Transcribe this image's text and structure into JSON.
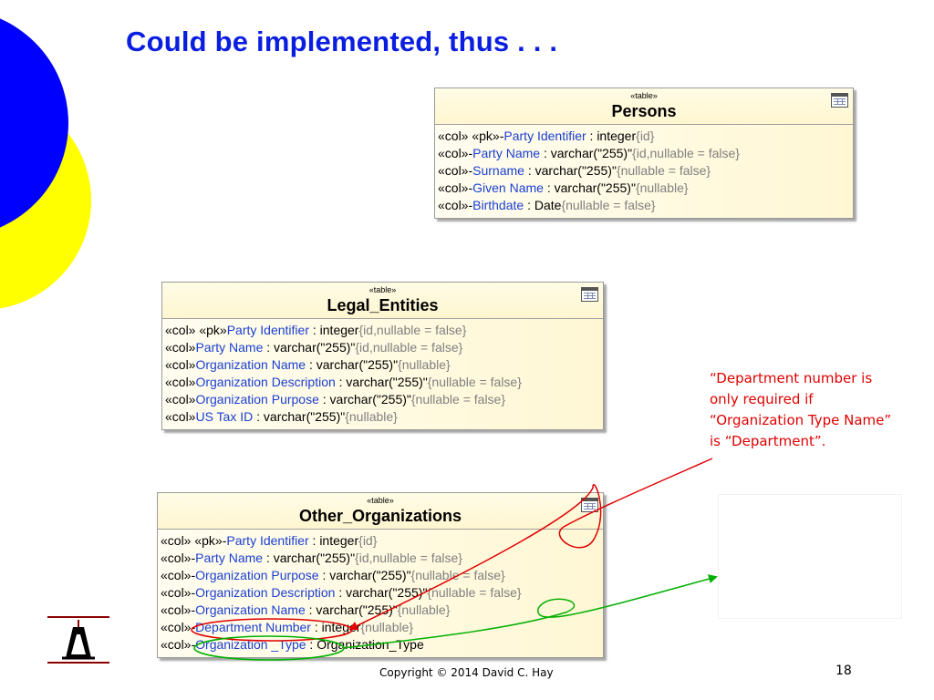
{
  "slide": {
    "title": "Could be implemented, thus . . .",
    "footer": "Copyright © 2014 David C. Hay",
    "page_number": "18",
    "note": "“Department number is only required if “Organization Type Name” is “Department”."
  },
  "colors": {
    "title": "#0a1ee0",
    "attribute_name": "#1a3fd0",
    "constraint": "#808080",
    "note": "#e00000",
    "red_arrow": "#e00000",
    "green_arrow": "#00b000",
    "deco_blue": "#0000ff",
    "deco_yellow": "#ffff00"
  },
  "tables": [
    {
      "stereotype": "«table»",
      "name": "Persons",
      "icon": "table-icon",
      "attributes": [
        {
          "prefix": "«col» «pk»-",
          "name": "Party Identifier",
          "type": " : integer",
          "constraint": "{id}"
        },
        {
          "prefix": "«col»-",
          "name": "Party Name",
          "type": " : varchar(\"255)\"",
          "constraint": "{id,nullable = false}"
        },
        {
          "prefix": "«col»-",
          "name": "Surname",
          "type": " : varchar(\"255)\"",
          "constraint": "{nullable = false}"
        },
        {
          "prefix": "«col»-",
          "name": "Given Name",
          "type": " : varchar(\"255)\"",
          "constraint": "{nullable}"
        },
        {
          "prefix": "«col»-",
          "name": "Birthdate",
          "type": " : Date",
          "constraint": "{nullable = false}"
        }
      ]
    },
    {
      "stereotype": "«table»",
      "name": "Legal_Entities",
      "icon": "table-icon",
      "attributes": [
        {
          "prefix": "«col» «pk»",
          "name": "Party Identifier",
          "type": " : integer",
          "constraint": "{id,nullable = false}"
        },
        {
          "prefix": "«col»",
          "name": "Party Name",
          "type": " : varchar(\"255)\"",
          "constraint": "{id,nullable = false}"
        },
        {
          "prefix": "«col»",
          "name": "Organization Name",
          "type": " : varchar(\"255)\"",
          "constraint": "{nullable}"
        },
        {
          "prefix": "«col»",
          "name": "Organization Description",
          "type": " : varchar(\"255)\"",
          "constraint": "{nullable = false}"
        },
        {
          "prefix": "«col»",
          "name": "Organization Purpose",
          "type": " : varchar(\"255)\"",
          "constraint": "{nullable = false}"
        },
        {
          "prefix": "«col»",
          "name": "US Tax ID",
          "type": " : varchar(\"255)\"",
          "constraint": "{nullable}"
        }
      ]
    },
    {
      "stereotype": "«table»",
      "name": "Other_Organizations",
      "icon": "table-icon",
      "attributes": [
        {
          "prefix": "«col» «pk»-",
          "name": "Party Identifier",
          "type": " : integer",
          "constraint": "{id}"
        },
        {
          "prefix": "«col»-",
          "name": "Party Name",
          "type": " : varchar(\"255)\"",
          "constraint": "{id,nullable = false}"
        },
        {
          "prefix": "«col»-",
          "name": "Organization Purpose",
          "type": " : varchar(\"255)\"",
          "constraint": "{nullable = false}"
        },
        {
          "prefix": "«col»-",
          "name": "Organization Description",
          "type": " : varchar(\"255)\"",
          "constraint": "{nullable = false}"
        },
        {
          "prefix": "«col»-",
          "name": "Organization Name",
          "type": " : varchar(\"255)\"",
          "constraint": "{nullable}"
        },
        {
          "prefix": "«col»-",
          "name": "Department Number",
          "type": " : integer",
          "constraint": "{nullable}"
        },
        {
          "prefix": "«col»-",
          "name": "Organization _Type",
          "type": " : Organization_Type",
          "constraint": ""
        }
      ]
    }
  ]
}
